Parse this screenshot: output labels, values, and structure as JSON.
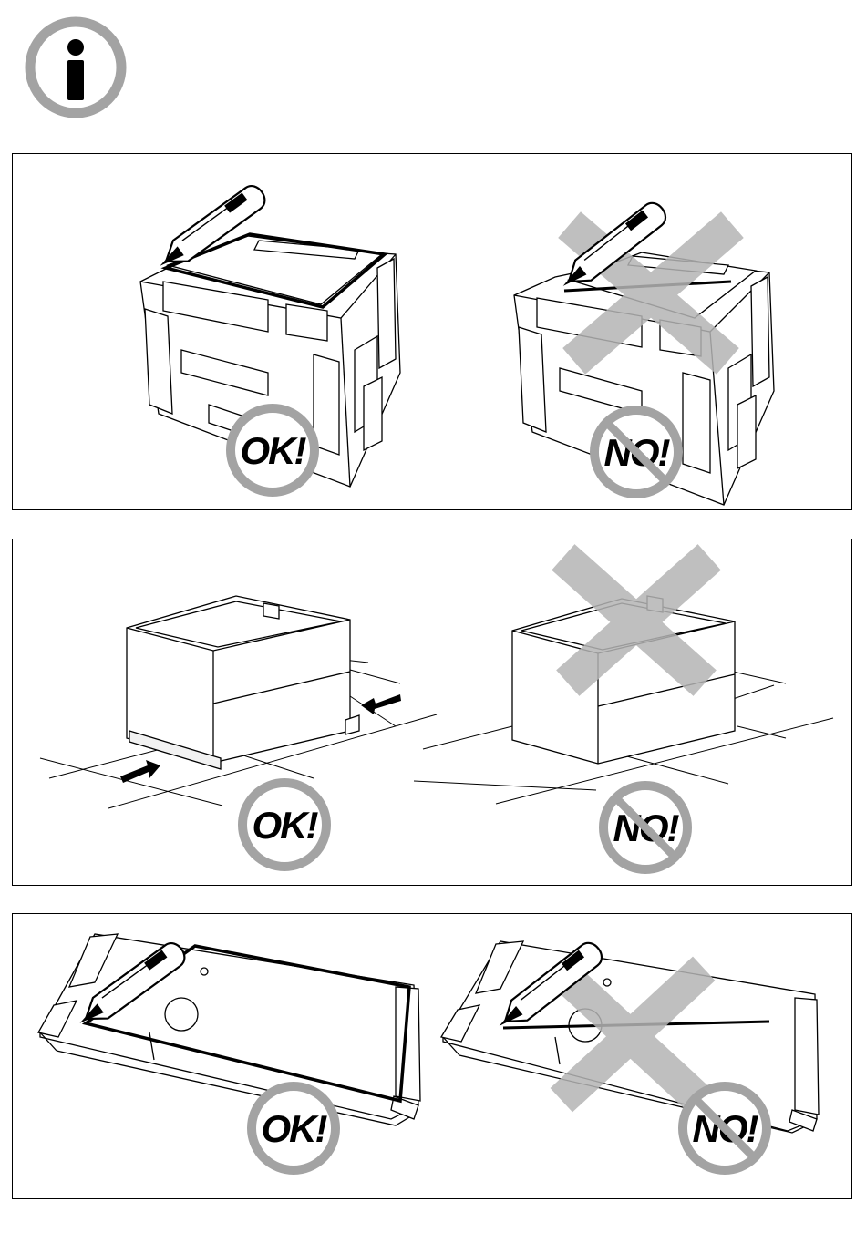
{
  "header": {
    "icon": "info-icon"
  },
  "badges": {
    "ok": "OK!",
    "no": "NO!"
  },
  "colors": {
    "badge_ring": "#a3a3a3",
    "cross": "#b5b5b5",
    "line": "#000000"
  },
  "panels": [
    {
      "id": "box-opening",
      "good_icon": "utility-knife-icon",
      "bad_icon": "utility-knife-icon"
    },
    {
      "id": "box-lifting",
      "good_icon": "arrow-icon",
      "bad_icon": "cross-icon"
    },
    {
      "id": "base-cutting",
      "good_icon": "utility-knife-icon",
      "bad_icon": "utility-knife-icon"
    }
  ]
}
